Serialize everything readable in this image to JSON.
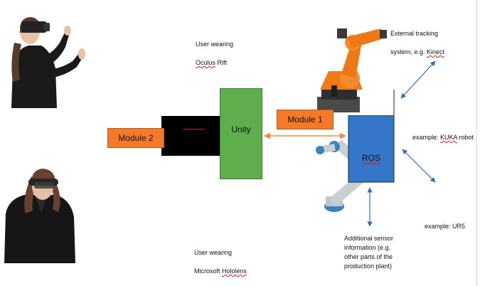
{
  "labels": {
    "oculus_line1": "User wearing",
    "oculus_line2_underlined": "Oculus",
    "oculus_line2_rest": " Rift",
    "hololens_line1": "User wearing",
    "hololens_line2_prefix": "Microsoft ",
    "hololens_line2_underlined": "Hololens",
    "tracking_line1": "External tracking",
    "tracking_line2_prefix": "system, e.g. ",
    "tracking_line2_underlined": "Kinect",
    "kuka_prefix": "example: ",
    "kuka_underlined": "KUKA",
    "kuka_suffix": " robot",
    "ur5": "example: UR5",
    "sensor": "Additional sensor\ninformation (e.g.\nother parts of the\nproduction plant)"
  },
  "boxes": {
    "unity": "Unity",
    "ros": "ROS",
    "module1": "Module 1",
    "module2": "Module 2"
  },
  "colors": {
    "orange": "#f47a2a",
    "green": "#5fae4e",
    "blue": "#3576c9",
    "arrow_orange": "#f08a3c",
    "arrow_blue": "#2f6fb5"
  }
}
